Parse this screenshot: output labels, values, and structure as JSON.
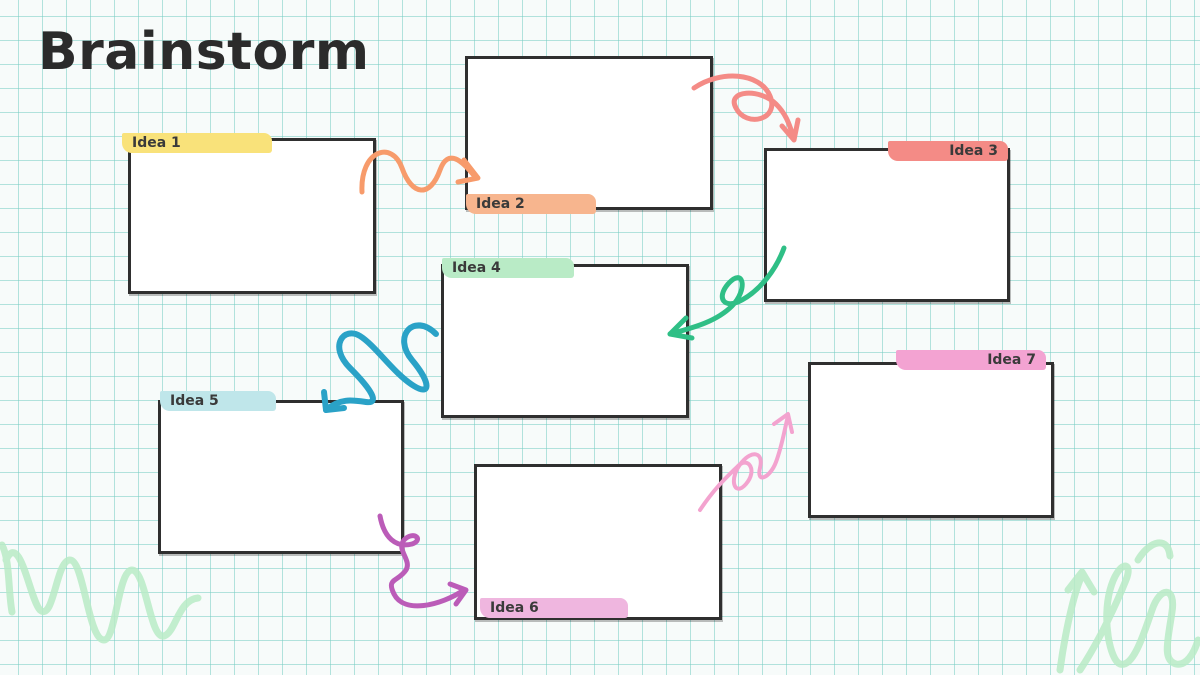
{
  "title": "Brainstorm",
  "ideas": [
    {
      "label": "Idea 1",
      "color": "#f9e27a"
    },
    {
      "label": "Idea 2",
      "color": "#f7b58e"
    },
    {
      "label": "Idea 3",
      "color": "#f48b86"
    },
    {
      "label": "Idea 4",
      "color": "#b9ebc6"
    },
    {
      "label": "Idea 5",
      "color": "#bfe6ea"
    },
    {
      "label": "Idea 6",
      "color": "#efb6df"
    },
    {
      "label": "Idea 7",
      "color": "#f3a3d2"
    }
  ],
  "arrow_colors": [
    "#f79b6b",
    "#f48b86",
    "#2fbf86",
    "#2aa2c7",
    "#bb5cb8",
    "#f3a3cf"
  ]
}
